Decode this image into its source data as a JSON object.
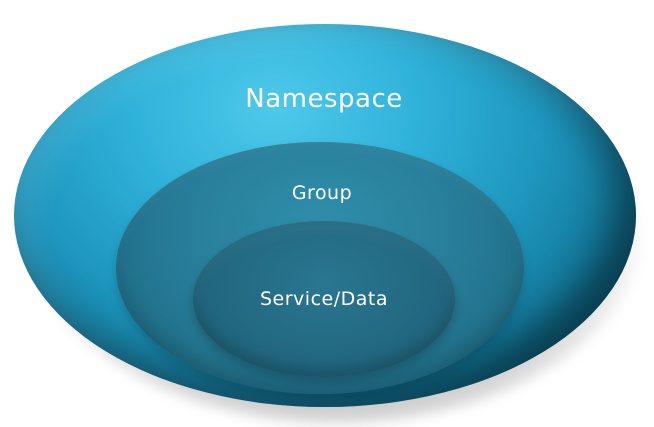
{
  "diagram": {
    "layers": [
      {
        "id": "namespace",
        "label": "Namespace"
      },
      {
        "id": "group",
        "label": "Group"
      },
      {
        "id": "service",
        "label": "Service/Data"
      }
    ],
    "colors": {
      "outer_light": "#4ec9ea",
      "outer_dark": "#083f52",
      "middle": "#287f9b",
      "inner": "#236a83",
      "text": "#ffffff"
    }
  }
}
